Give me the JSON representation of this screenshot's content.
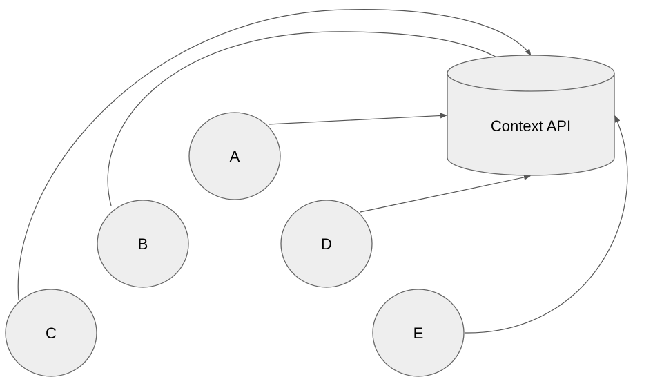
{
  "diagram": {
    "database": {
      "label": "Context API"
    },
    "nodes": [
      {
        "id": "A",
        "label": "A"
      },
      {
        "id": "B",
        "label": "B"
      },
      {
        "id": "C",
        "label": "C"
      },
      {
        "id": "D",
        "label": "D"
      },
      {
        "id": "E",
        "label": "E"
      }
    ],
    "edges": [
      {
        "from": "A",
        "to": "Context API"
      },
      {
        "from": "B",
        "to": "Context API"
      },
      {
        "from": "C",
        "to": "Context API"
      },
      {
        "from": "D",
        "to": "Context API"
      },
      {
        "from": "E",
        "to": "Context API"
      }
    ],
    "colors": {
      "node_fill": "#eeeeee",
      "node_stroke": "#666666",
      "edge": "#555555"
    }
  }
}
